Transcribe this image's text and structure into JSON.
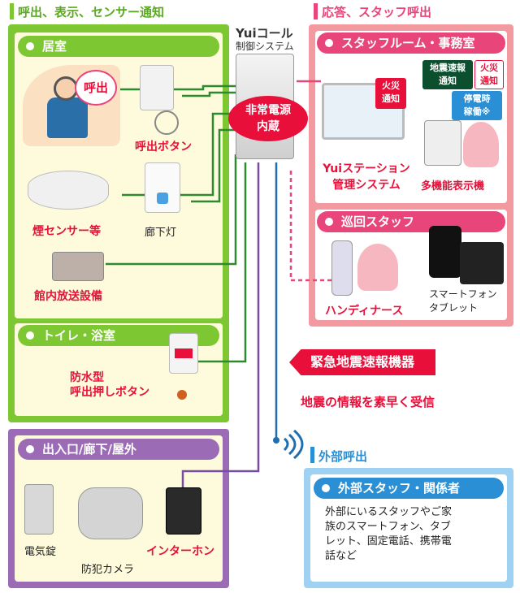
{
  "sections": {
    "left_title": "呼出、表示、センサー通知",
    "right_title": "応答、スタッフ呼出",
    "external_title": "外部呼出"
  },
  "control": {
    "brand": "Yuiコール",
    "subtitle": "制御システム",
    "badge_line1": "非常電源",
    "badge_line2": "内蔵"
  },
  "room": {
    "pill": "居室",
    "call_bubble": "呼出",
    "call_button": "呼出ボタン",
    "smoke_sensor": "煙センサー等",
    "hall_light": "廊下灯",
    "pa_system": "館内放送設備"
  },
  "toilet": {
    "pill": "トイレ・浴室",
    "button_line1": "防水型",
    "button_line2": "呼出押しボタン"
  },
  "entrance": {
    "pill": "出入口/廊下/屋外",
    "lock": "電気錠",
    "camera": "防犯カメラ",
    "intercom": "インターホン"
  },
  "staffroom": {
    "pill": "スタッフルーム・事務室",
    "fire_badge_line1": "火災",
    "fire_badge_line2": "通知",
    "quake_badge_line1": "地震速報",
    "quake_badge_line2": "通知",
    "fire2_line1": "火災",
    "fire2_line2": "通知",
    "outage_line1": "停電時",
    "outage_line2": "稼働※",
    "station_line1": "Yuiステーション",
    "station_line2": "管理システム",
    "multi_display": "多機能表示機"
  },
  "patrol": {
    "pill": "巡回スタッフ",
    "handy_nurse": "ハンディナース",
    "smart_line1": "スマートフォン",
    "smart_line2": "タブレット"
  },
  "earthquake": {
    "banner": "緊急地震速報機器",
    "caption": "地震の情報を素早く受信"
  },
  "external": {
    "pill": "外部スタッフ・関係者",
    "desc_line1": "外部にいるスタッフやご家",
    "desc_line2": "族のスマートフォン、タブ",
    "desc_line3": "レット、固定電話、携帯電",
    "desc_line4": "話など"
  },
  "colors": {
    "green": "#7dc832",
    "pink": "#e8457a",
    "purple": "#9b6bb5",
    "blue": "#2a8fd4",
    "red": "#e8103a"
  }
}
